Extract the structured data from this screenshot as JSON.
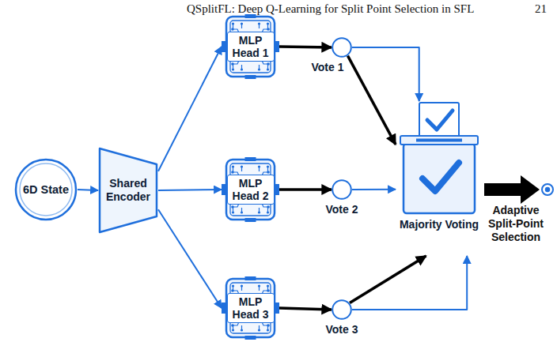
{
  "diagram": {
    "nodes": [
      {
        "text": [
          "6D State"
        ]
      },
      {
        "text": [
          "Shared Encoder"
        ]
      },
      {
        "text": [
          "MLP Head 1"
        ]
      },
      {
        "text": [
          "MLP Head 2"
        ]
      },
      {
        "text": [
          "MLP Head 3"
        ]
      },
      {
        "text": [
          "Vote 1"
        ]
      },
      {
        "text": [
          "Vote 2"
        ]
      },
      {
        "text": [
          "Vote 3"
        ]
      },
      {
        "text": [
          "Majority Voting"
        ]
      }
    ],
    "edges": [
      {
        "from": 0,
        "to": 1,
        "arrow": "to"
      },
      {
        "from": 1,
        "to": 2,
        "arrow": "to"
      },
      {
        "from": 1,
        "to": 3,
        "arrow": "to"
      },
      {
        "from": 1,
        "to": 4,
        "arrow": "to"
      },
      {
        "from": 2,
        "to": 5,
        "arrow": "to"
      },
      {
        "from": 3,
        "to": 6,
        "arrow": "to"
      },
      {
        "from": 4,
        "to": 7,
        "arrow": "to"
      },
      {
        "from": 5,
        "to": 8,
        "arrow": "to"
      },
      {
        "from": 5,
        "to": 8,
        "arrow": "to"
      },
      {
        "from": 6,
        "to": 8,
        "arrow": "to"
      },
      {
        "from": 7,
        "to": 8,
        "arrow": "to"
      },
      {
        "from": 7,
        "to": 8,
        "arrow": "to"
      }
    ],
    "labels": [
      "QSplitFL: Deep Q-Learning for Split Point Selection in SFL",
      "21",
      "Adaptive Split-Point Selection"
    ]
  }
}
